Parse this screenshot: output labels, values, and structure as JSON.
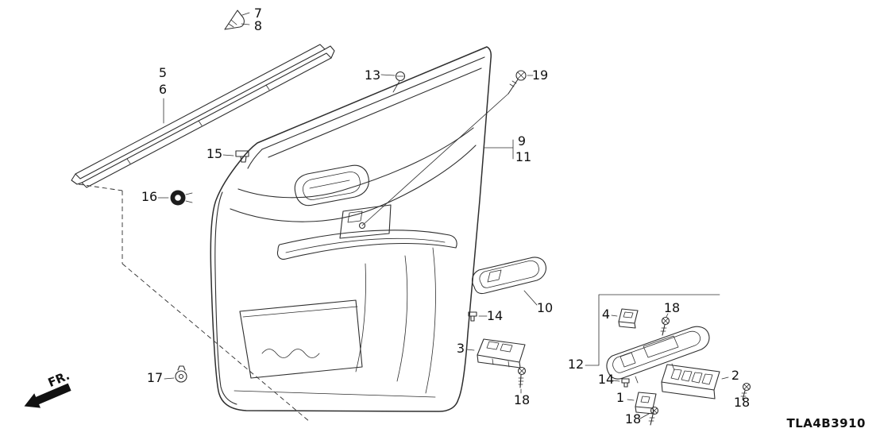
{
  "diagram": {
    "code": "TLA4B3910",
    "fr": "FR.",
    "callouts": {
      "c1": "1",
      "c2": "2",
      "c3": "3",
      "c4": "4",
      "c5": "5",
      "c6": "6",
      "c7": "7",
      "c8": "8",
      "c9": "9",
      "c10": "10",
      "c11": "11",
      "c12": "12",
      "c13": "13",
      "c14a": "14",
      "c14b": "14",
      "c15": "15",
      "c16": "16",
      "c17": "17",
      "c18a": "18",
      "c18b": "18",
      "c18c": "18",
      "c18d": "18",
      "c19": "19"
    }
  }
}
